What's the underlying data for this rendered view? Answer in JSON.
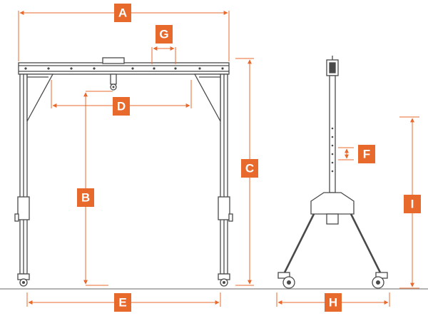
{
  "diagram": {
    "accent_color": "#e8692c",
    "line_color": "#4a4a4a",
    "frame_fill": "#ffffff",
    "labels": {
      "A": "A",
      "B": "B",
      "C": "C",
      "D": "D",
      "E": "E",
      "F": "F",
      "G": "G",
      "H": "H",
      "I": "I"
    }
  }
}
